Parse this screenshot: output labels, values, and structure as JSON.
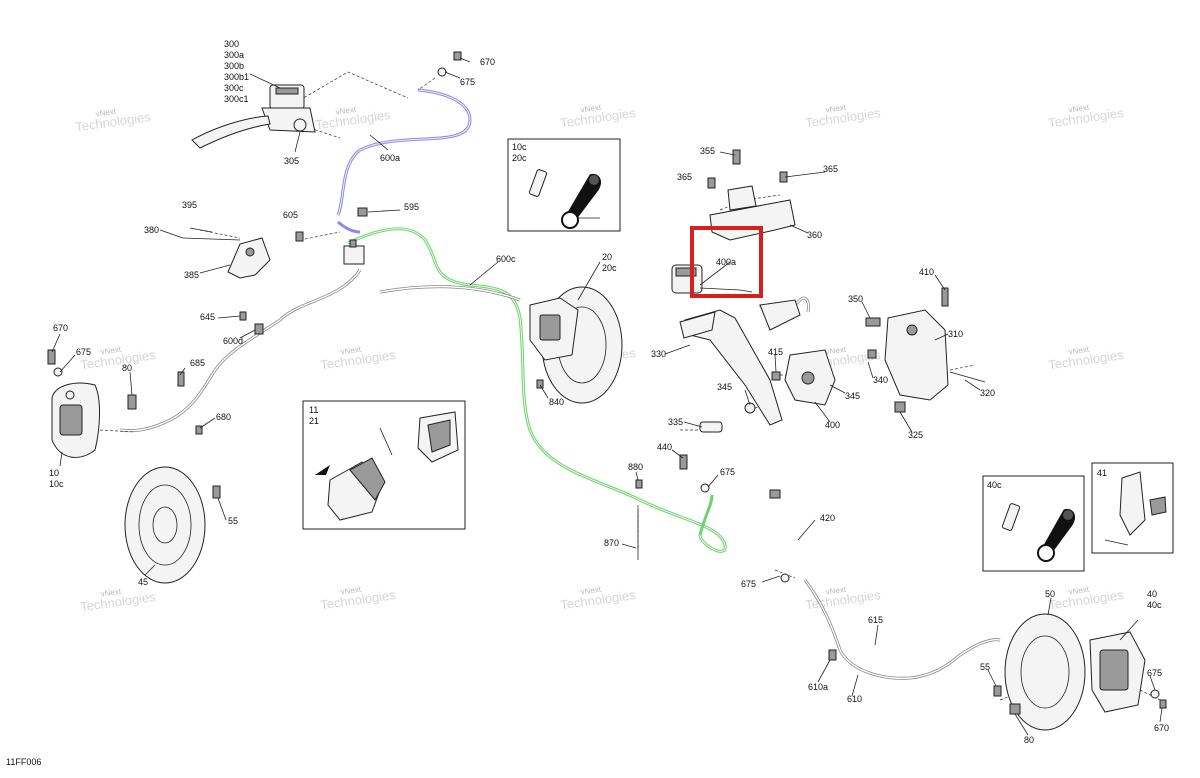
{
  "figure_code": "11FF006",
  "watermark": {
    "line1": "vNext",
    "line2": "Technologies"
  },
  "highlight_color": "#d42020",
  "hose_colors": {
    "front_hose": "#8a8aee",
    "rear_hose": "#6fd26f"
  },
  "labels": {
    "l300": "300",
    "l300a": "300a",
    "l300b": "300b",
    "l300b1": "300b1",
    "l300c": "300c",
    "l300c1": "300c1",
    "l305": "305",
    "l600a": "600a",
    "l670_top": "670",
    "l675_top": "675",
    "l395": "395",
    "l380": "380",
    "l385": "385",
    "l605": "605",
    "l595": "595",
    "l600c": "600c",
    "l645": "645",
    "l600d": "600d",
    "l670_left": "670",
    "l675_left": "675",
    "l80_left": "80",
    "l685": "685",
    "l680": "680",
    "l10": "10",
    "l10c": "10c",
    "l55_left": "55",
    "l45": "45",
    "l20": "20",
    "l20c": "20c",
    "l330": "330",
    "l840": "840",
    "l355": "355",
    "l365_left": "365",
    "l365_right": "365",
    "l360": "360",
    "l400a": "400a",
    "l410": "410",
    "l350": "350",
    "l310": "310",
    "l415": "415",
    "l340": "340",
    "l345_a": "345",
    "l345_b": "345",
    "l320": "320",
    "l335": "335",
    "l400": "400",
    "l325": "325",
    "l440": "440",
    "l880": "880",
    "l675_mid": "675",
    "l870": "870",
    "l420": "420",
    "l675_mid2": "675",
    "l615": "615",
    "l610a": "610a",
    "l610": "610",
    "l50": "50",
    "l40": "40",
    "l40c": "40c",
    "l55_right": "55",
    "l675_right": "675",
    "l670_right": "670",
    "l80_right": "80"
  },
  "insets": {
    "bleeder_top": {
      "line1": "10c",
      "line2": "20c"
    },
    "pads_front": {
      "line1": "11",
      "line2": "21"
    },
    "bleeder_rear": {
      "line1": "40c"
    },
    "pads_rear": {
      "line1": "41"
    }
  }
}
